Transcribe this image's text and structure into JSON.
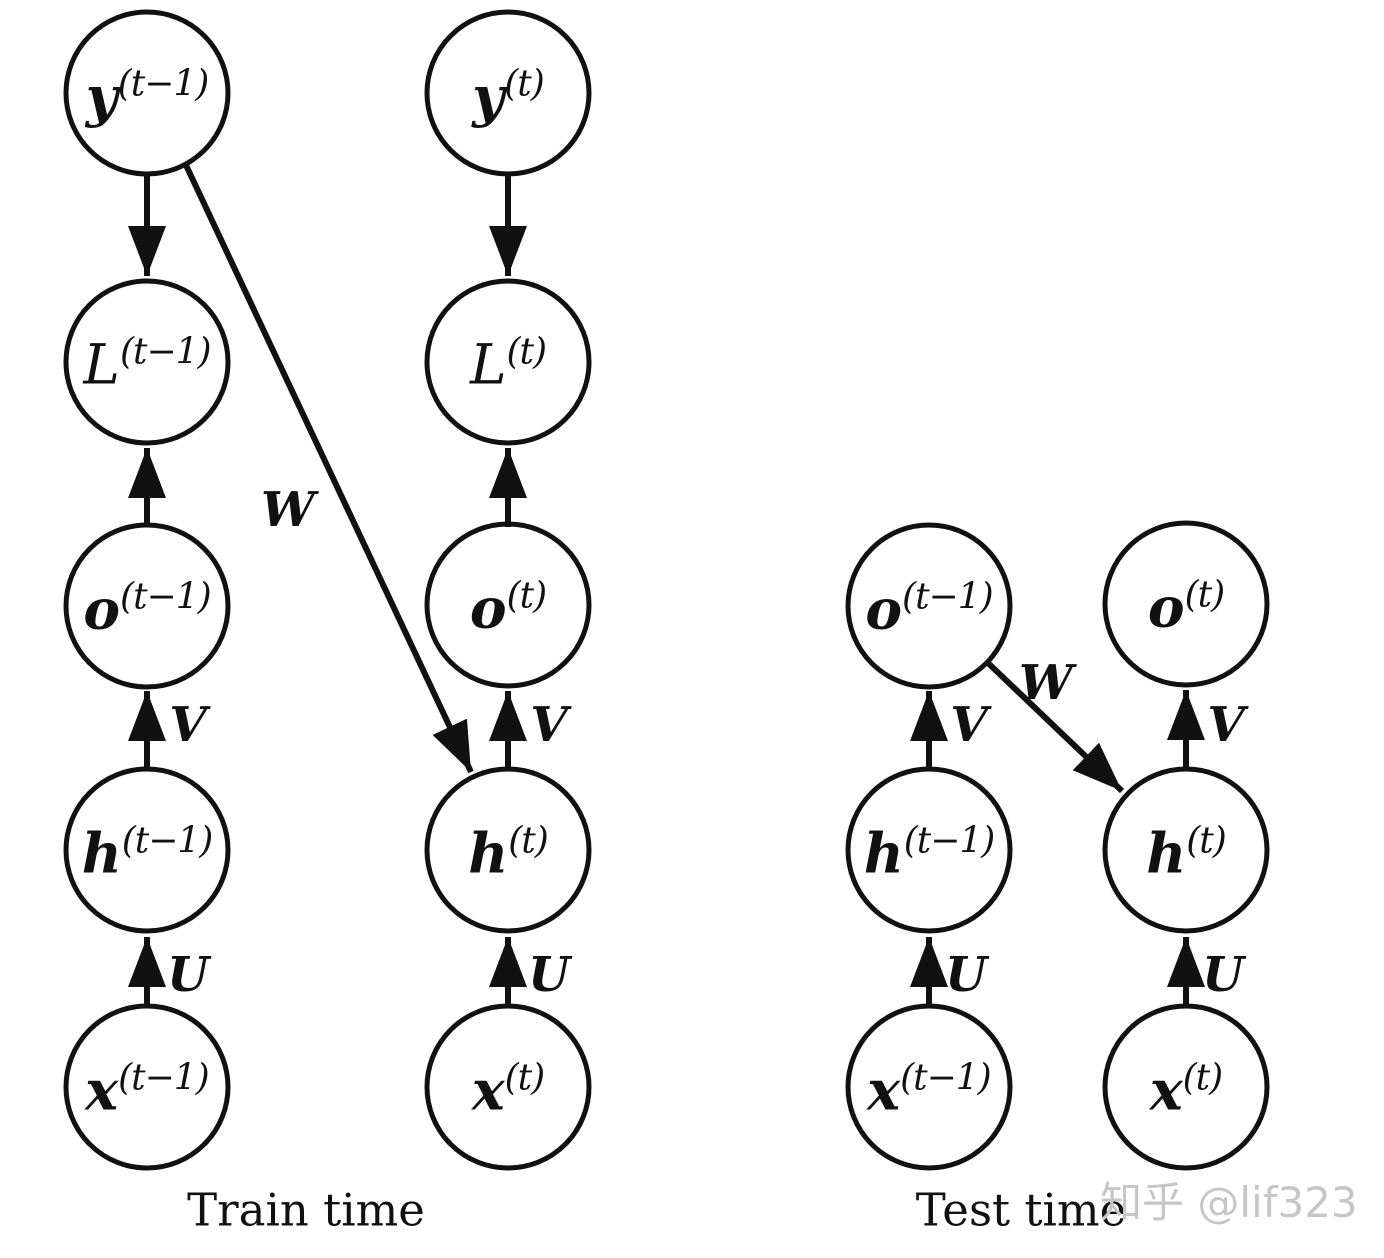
{
  "captions": {
    "train": "Train time",
    "test": "Test time"
  },
  "watermark": {
    "text": "知乎 @lif323",
    "color": "#c6c6c6"
  },
  "node_labels": {
    "y_tm1": {
      "base": "y",
      "sup": "(t−1)"
    },
    "y_t": {
      "base": "y",
      "sup": "(t)"
    },
    "L_tm1": {
      "base": "L",
      "sup": "(t−1)"
    },
    "L_t": {
      "base": "L",
      "sup": "(t)"
    },
    "o_tm1": {
      "base": "o",
      "sup": "(t−1)"
    },
    "o_t": {
      "base": "o",
      "sup": "(t)"
    },
    "h_tm1": {
      "base": "h",
      "sup": "(t−1)"
    },
    "h_t": {
      "base": "h",
      "sup": "(t)"
    },
    "x_tm1": {
      "base": "x",
      "sup": "(t−1)"
    },
    "x_t": {
      "base": "x",
      "sup": "(t)"
    }
  },
  "edge_labels": {
    "V": "V",
    "U": "U",
    "W": "W"
  },
  "panels": [
    {
      "name": "train",
      "caption": "Train time",
      "nodes": [
        "y^(t−1)",
        "y^(t)",
        "L^(t−1)",
        "L^(t)",
        "o^(t−1)",
        "o^(t)",
        "h^(t−1)",
        "h^(t)",
        "x^(t−1)",
        "x^(t)"
      ],
      "edges": [
        {
          "from": "y^(t−1)",
          "to": "L^(t−1)",
          "label": ""
        },
        {
          "from": "y^(t)",
          "to": "L^(t)",
          "label": ""
        },
        {
          "from": "o^(t−1)",
          "to": "L^(t−1)",
          "label": ""
        },
        {
          "from": "o^(t)",
          "to": "L^(t)",
          "label": ""
        },
        {
          "from": "h^(t−1)",
          "to": "o^(t−1)",
          "label": "V"
        },
        {
          "from": "h^(t)",
          "to": "o^(t)",
          "label": "V"
        },
        {
          "from": "x^(t−1)",
          "to": "h^(t−1)",
          "label": "U"
        },
        {
          "from": "x^(t)",
          "to": "h^(t)",
          "label": "U"
        },
        {
          "from": "y^(t−1)",
          "to": "h^(t)",
          "label": "W"
        }
      ]
    },
    {
      "name": "test",
      "caption": "Test time",
      "nodes": [
        "o^(t−1)",
        "o^(t)",
        "h^(t−1)",
        "h^(t)",
        "x^(t−1)",
        "x^(t)"
      ],
      "edges": [
        {
          "from": "h^(t−1)",
          "to": "o^(t−1)",
          "label": "V"
        },
        {
          "from": "h^(t)",
          "to": "o^(t)",
          "label": "V"
        },
        {
          "from": "x^(t−1)",
          "to": "h^(t−1)",
          "label": "U"
        },
        {
          "from": "x^(t)",
          "to": "h^(t)",
          "label": "U"
        },
        {
          "from": "o^(t−1)",
          "to": "h^(t)",
          "label": "W"
        }
      ]
    }
  ],
  "colors": {
    "ink": "#111111",
    "background": "#ffffff"
  }
}
